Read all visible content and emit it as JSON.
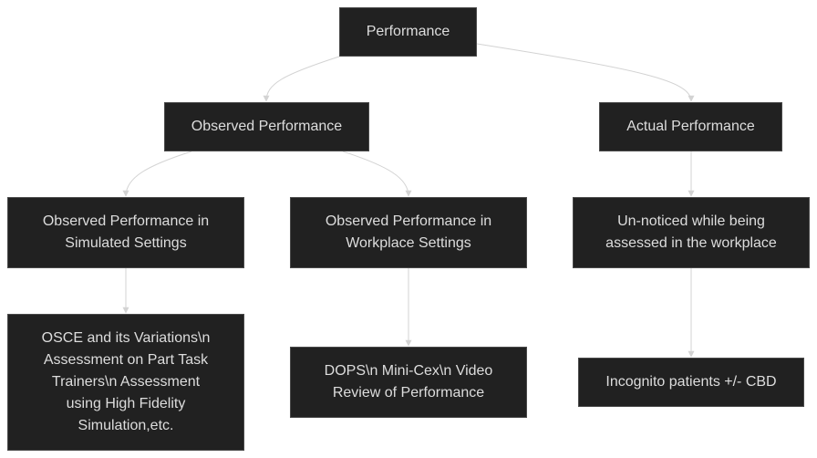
{
  "diagram": {
    "nodes": {
      "root": "Performance",
      "observed": "Observed Performance",
      "actual": "Actual Performance",
      "simulated": "Observed Performance in Simulated Settings",
      "workplace": "Observed Performance in Workplace Settings",
      "unnoticed": "Un-noticed while being assessed in the workplace",
      "osce": "OSCE and its Variations\\n Assessment on Part Task Trainers\\n Assessment using High Fidelity Simulation,etc.",
      "dops": "DOPS\\n Mini-Cex\\n Video Review of Performance",
      "incognito": "Incognito patients +/- CBD"
    },
    "edges": [
      {
        "from": "root",
        "to": "observed"
      },
      {
        "from": "root",
        "to": "actual"
      },
      {
        "from": "observed",
        "to": "simulated"
      },
      {
        "from": "observed",
        "to": "workplace"
      },
      {
        "from": "actual",
        "to": "unnoticed"
      },
      {
        "from": "simulated",
        "to": "osce"
      },
      {
        "from": "workplace",
        "to": "dops"
      },
      {
        "from": "unnoticed",
        "to": "incognito"
      }
    ],
    "colors": {
      "node_fill": "#212121",
      "node_border": "#4a4a4a",
      "node_text": "#dddddd",
      "edge": "#d3d3d3"
    }
  }
}
